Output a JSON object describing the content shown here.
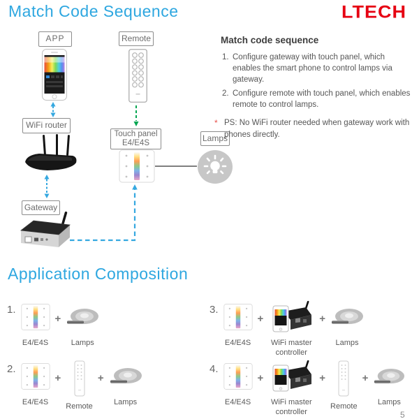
{
  "header": {
    "title": "Match Code Sequence",
    "brand": "LTECH"
  },
  "diagram": {
    "labels": {
      "app": "APP",
      "remote": "Remote",
      "wifi_router": "WiFi router",
      "touch_panel": "Touch panel",
      "touch_panel_model": "E4/E4S",
      "lamps": "Lamps",
      "gateway": "Gateway"
    }
  },
  "instructions": {
    "heading": "Match code sequence",
    "steps": [
      {
        "number": "1.",
        "text": "Configure gateway with touch panel, which enables the smart phone to control lamps via gateway."
      },
      {
        "number": "2.",
        "text": "Configure remote with touch panel, which enables remote to control lamps."
      }
    ],
    "note_marker": "*",
    "note": "PS: No WiFi router needed when gateway work with phones directly."
  },
  "section_title": "Application Composition",
  "ui": {
    "plus": "+"
  },
  "compositions": [
    {
      "number": "1.",
      "items": [
        {
          "type": "touch-panel",
          "label": "E4/E4S"
        },
        {
          "type": "lamps",
          "label": "Lamps"
        }
      ]
    },
    {
      "number": "2.",
      "items": [
        {
          "type": "touch-panel",
          "label": "E4/E4S"
        },
        {
          "type": "remote",
          "label": "Remote"
        },
        {
          "type": "lamps",
          "label": "Lamps"
        }
      ]
    },
    {
      "number": "3.",
      "items": [
        {
          "type": "touch-panel",
          "label": "E4/E4S"
        },
        {
          "type": "wifi-master-controller",
          "label": "WiFi master controller"
        },
        {
          "type": "lamps",
          "label": "Lamps"
        }
      ]
    },
    {
      "number": "4.",
      "items": [
        {
          "type": "touch-panel",
          "label": "E4/E4S"
        },
        {
          "type": "wifi-master-controller",
          "label": "WiFi master controller"
        },
        {
          "type": "remote",
          "label": "Remote"
        },
        {
          "type": "lamps",
          "label": "Lamps"
        }
      ]
    }
  ],
  "footer": {
    "page_number": "5"
  },
  "colors": {
    "accent_blue": "#2ea7e0",
    "brand_red": "#e60012",
    "arrow_blue": "#35a8e0",
    "arrow_green": "#00a651",
    "note_red": "#e8504a",
    "text_gray": "#565656"
  }
}
